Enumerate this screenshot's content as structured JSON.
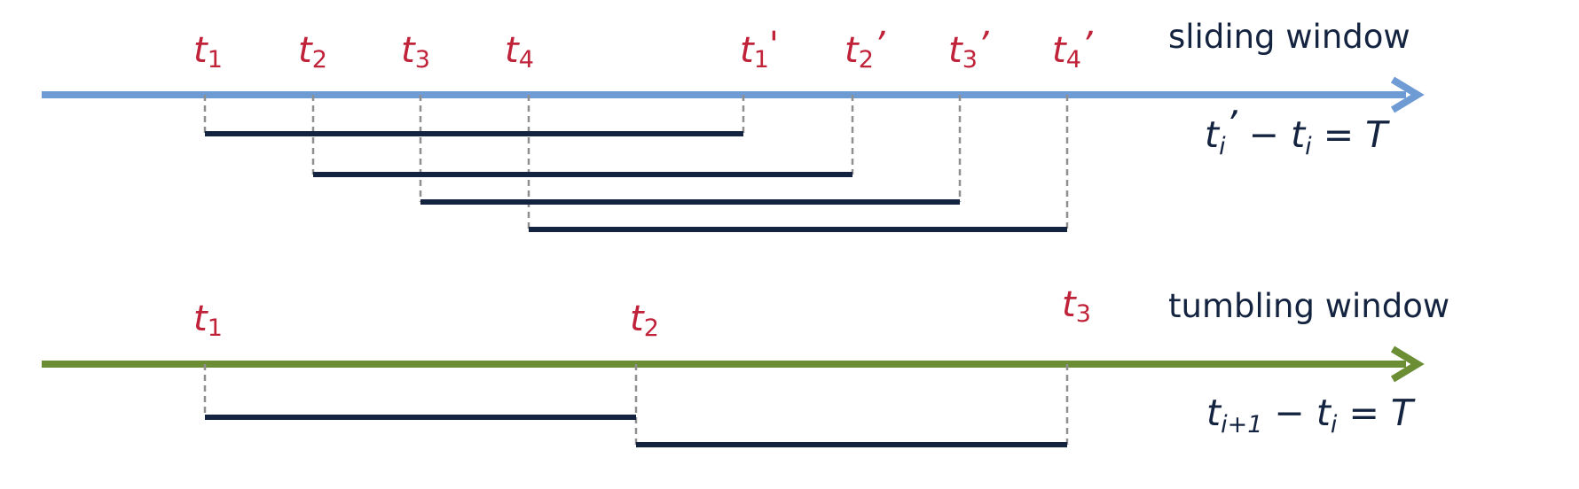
{
  "colors": {
    "sliding_axis": "#6e9bd4",
    "tumbling_axis": "#6b8e35",
    "label": "#c0223a",
    "bar": "#14233f"
  },
  "sliding": {
    "title": "sliding window",
    "formula": {
      "a": "t",
      "a_sub": "i",
      "prime": "’",
      "op": " − ",
      "b": "t",
      "b_sub": "i",
      "eq": " = T"
    },
    "start_labels": [
      {
        "base": "t",
        "sub": "1"
      },
      {
        "base": "t",
        "sub": "2"
      },
      {
        "base": "t",
        "sub": "3"
      },
      {
        "base": "t",
        "sub": "4"
      }
    ],
    "end_labels": [
      {
        "base": "t",
        "sub": "1",
        "prime": "'"
      },
      {
        "base": "t",
        "sub": "2",
        "prime": "’"
      },
      {
        "base": "t",
        "sub": "3",
        "prime": "’"
      },
      {
        "base": "t",
        "sub": "4",
        "prime": "’"
      }
    ]
  },
  "tumbling": {
    "title": "tumbling window",
    "formula": {
      "a": "t",
      "a_sub": "i+1",
      "op": " − ",
      "b": "t",
      "b_sub": "i",
      "eq": " = T"
    },
    "labels": [
      {
        "base": "t",
        "sub": "1"
      },
      {
        "base": "t",
        "sub": "2"
      },
      {
        "base": "t",
        "sub": "3"
      }
    ]
  }
}
